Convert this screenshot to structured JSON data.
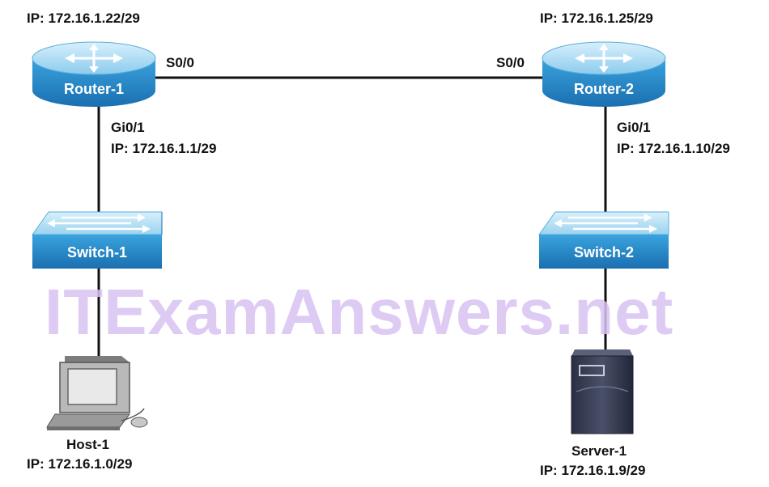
{
  "router1": {
    "name": "Router-1",
    "ip": "IP: 172.16.1.22/29",
    "s0": "S0/0",
    "gi": "Gi0/1",
    "gi_ip": "IP: 172.16.1.1/29"
  },
  "router2": {
    "name": "Router-2",
    "ip": "IP: 172.16.1.25/29",
    "s0": "S0/0",
    "gi": "Gi0/1",
    "gi_ip": "IP: 172.16.1.10/29"
  },
  "switch1": {
    "name": "Switch-1"
  },
  "switch2": {
    "name": "Switch-2"
  },
  "host1": {
    "name": "Host-1",
    "ip": "IP: 172.16.1.0/29"
  },
  "server1": {
    "name": "Server-1",
    "ip": "IP: 172.16.1.9/29"
  },
  "watermark": "ITExamAnswers.net",
  "colors": {
    "device_blue": "#2a8fd0",
    "device_top": "#bfe3f5",
    "link": "#111111",
    "watermark": "#d9c2f2"
  }
}
